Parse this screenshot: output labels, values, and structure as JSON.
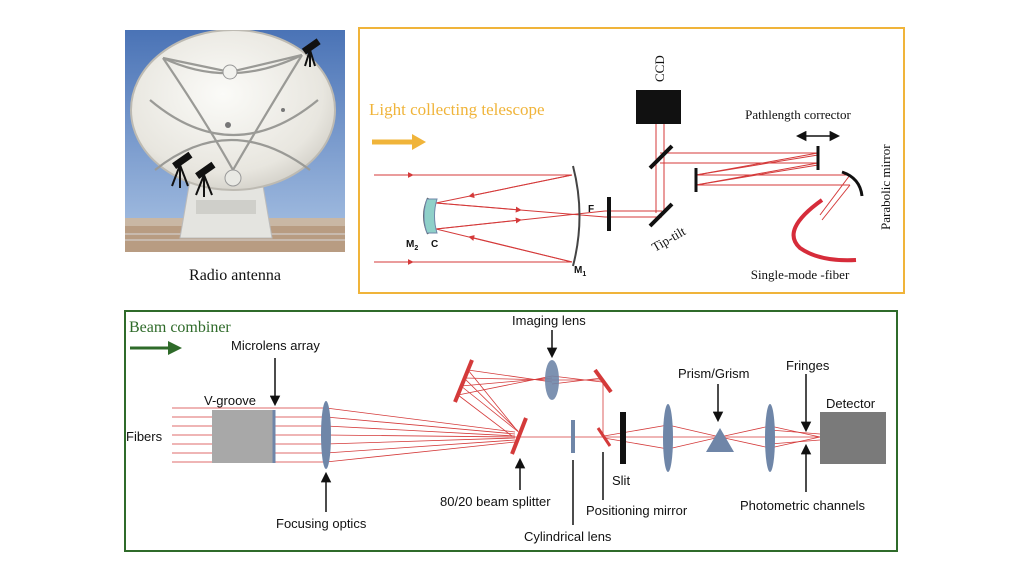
{
  "colors": {
    "laser": "#d43a3a",
    "fiber": "#d62c3a",
    "telescope_frame": "#f0b43a",
    "combiner_frame": "#2f6b2a",
    "lens": "#6f86a8",
    "v_groove": "#a8a8a8",
    "detector": "#7a7a7a",
    "arrow_yellow": "#f0b43a",
    "arrow_green": "#2f6b2a"
  },
  "photo": {
    "caption": "Radio antenna"
  },
  "telescope_panel": {
    "title": "Light collecting telescope",
    "labels": {
      "ccd": "CCD",
      "pathlength_corrector": "Pathlength corrector",
      "parabolic_mirror": "Parabolic mirror",
      "tip_tilt": "Tip-tilt",
      "single_mode_fiber": "Single-mode -fiber",
      "f": "F",
      "m2": "M",
      "m2_sub": "2",
      "c": "C",
      "m1": "M",
      "m1_sub": "1"
    }
  },
  "combiner_panel": {
    "title": "Beam combiner",
    "labels": {
      "imaging_lens": "Imaging lens",
      "microlens_array": "Microlens array",
      "v_groove": "V-groove",
      "fibers": "Fibers",
      "focusing_optics": "Focusing optics",
      "beam_splitter": "80/20 beam splitter",
      "cylindrical_lens": "Cylindrical lens",
      "positioning_mirror": "Positioning mirror",
      "slit": "Slit",
      "prism_grism": "Prism/Grism",
      "fringes": "Fringes",
      "detector": "Detector",
      "photometric_channels": "Photometric channels"
    }
  }
}
